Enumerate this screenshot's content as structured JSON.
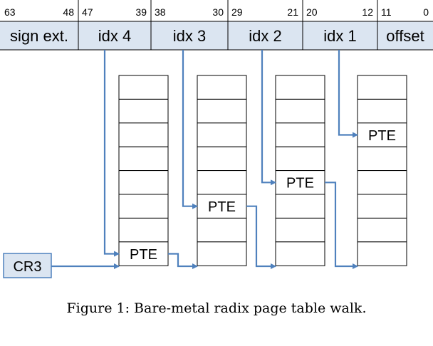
{
  "colors": {
    "field_fill": "#dbe5f1",
    "arrow": "#4f81bd",
    "border": "#000000"
  },
  "fields": [
    {
      "label": "sign ext.",
      "hi": "63",
      "lo": "48"
    },
    {
      "label": "idx 4",
      "hi": "47",
      "lo": "39"
    },
    {
      "label": "idx 3",
      "hi": "38",
      "lo": "30"
    },
    {
      "label": "idx 2",
      "hi": "29",
      "lo": "21"
    },
    {
      "label": "idx 1",
      "hi": "20",
      "lo": "12"
    },
    {
      "label": "offset",
      "hi": "11",
      "lo": "0"
    }
  ],
  "tables": [
    {
      "pte_label": "PTE",
      "pte_row": 7,
      "rows": 8
    },
    {
      "pte_label": "PTE",
      "pte_row": 5,
      "rows": 8
    },
    {
      "pte_label": "PTE",
      "pte_row": 4,
      "rows": 8
    },
    {
      "pte_label": "PTE",
      "pte_row": 2,
      "rows": 8
    }
  ],
  "cr3_label": "CR3",
  "caption": "Figure 1: Bare-metal radix page table walk."
}
